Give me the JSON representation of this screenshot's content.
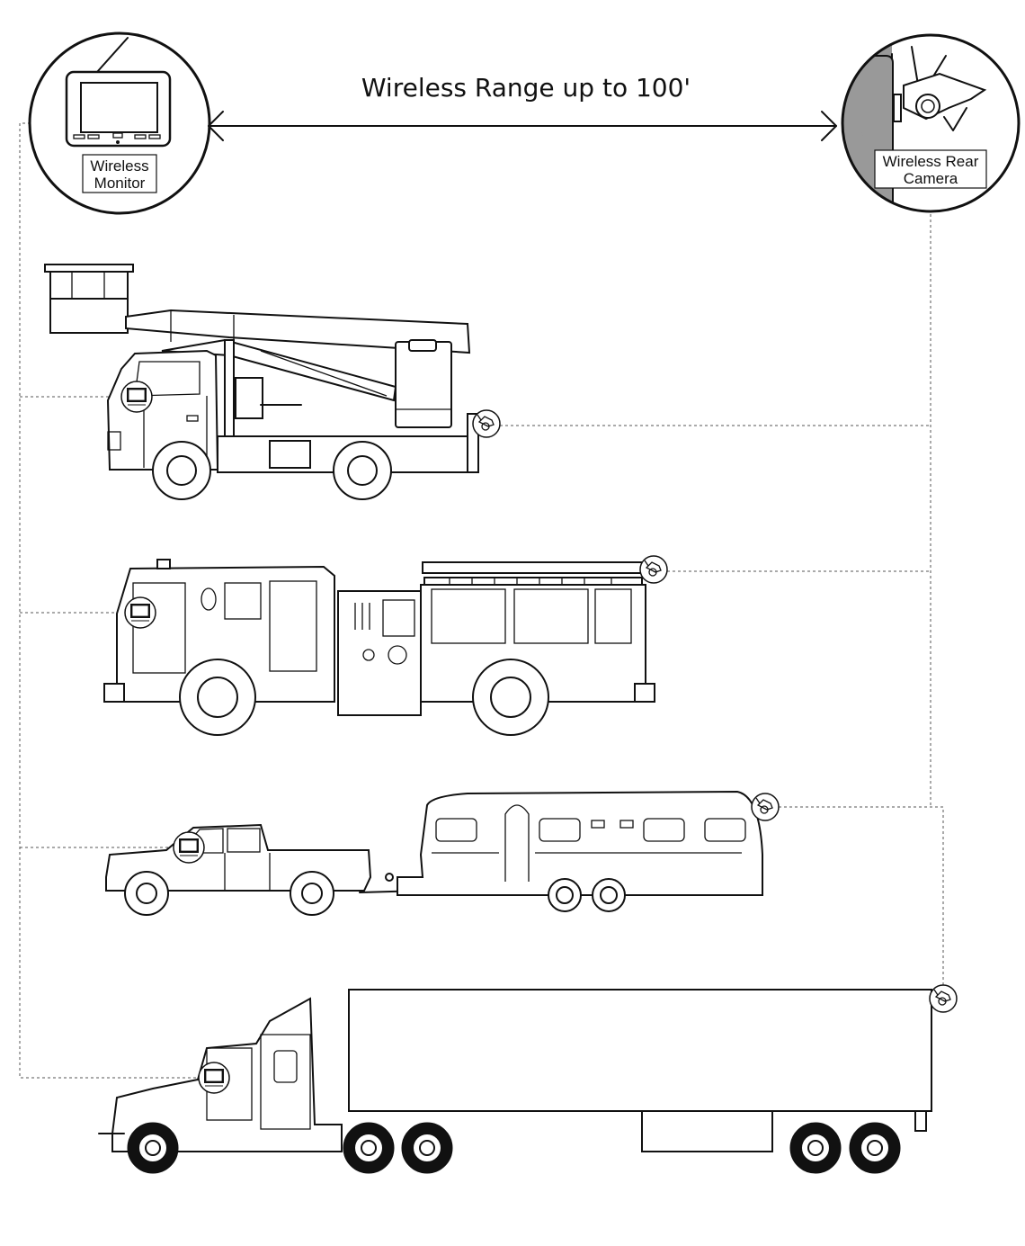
{
  "title": "Wireless Range up to 100'",
  "monitor_label": [
    "Wireless",
    "Monitor"
  ],
  "camera_label": [
    "Wireless Rear",
    "Camera"
  ],
  "vehicles": [
    "bucket-truck",
    "fire-engine",
    "pickup-with-travel-trailer",
    "semi-truck-with-trailer"
  ],
  "colors": {
    "line": "#111111",
    "camera_mount": "#999999",
    "background": "#ffffff"
  }
}
